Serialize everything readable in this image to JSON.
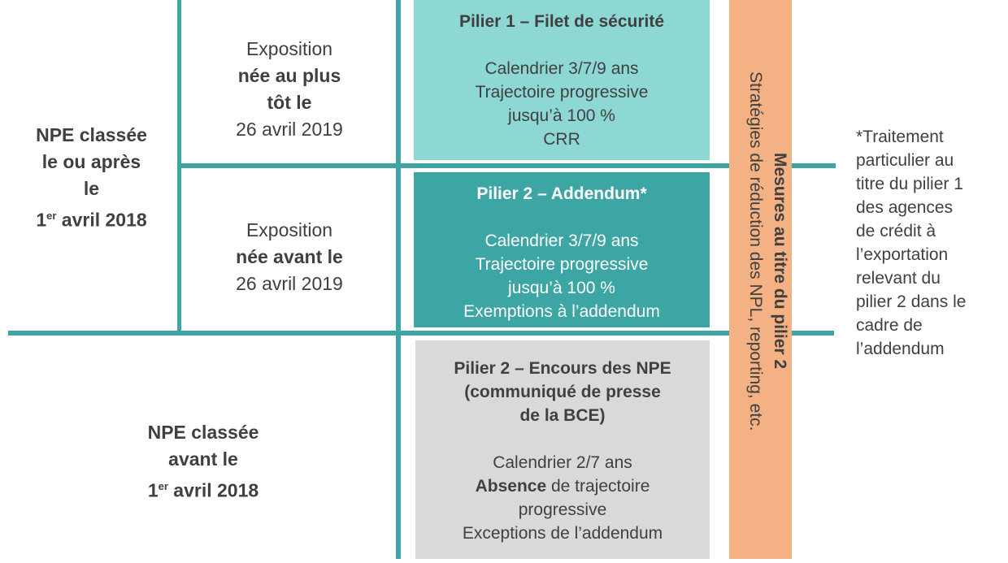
{
  "rows": {
    "after": {
      "l1": "NPE classée",
      "l2": "le ou après",
      "l3": "le",
      "l4_pre": "1",
      "l4_sup": "er",
      "l4_post": " avril 2018"
    },
    "before": {
      "l1": "NPE classée",
      "l2": "avant le",
      "l3_pre": "1",
      "l3_sup": "er",
      "l3_post": " avril 2018"
    }
  },
  "exposures": {
    "late": {
      "l1": "Exposition",
      "l2": "née au plus",
      "l3": "tôt le",
      "l4": "26 avril 2019"
    },
    "early": {
      "l1": "Exposition",
      "l2": "née avant le",
      "l3": "26 avril 2019"
    }
  },
  "boxes": {
    "p1": {
      "title": "Pilier 1 – Filet de sécurité",
      "lines": [
        "Calendrier 3/7/9 ans",
        "Trajectoire progressive",
        "jusqu’à 100 %",
        "CRR"
      ]
    },
    "p2": {
      "title": "Pilier 2 – Addendum*",
      "lines": [
        "Calendrier 3/7/9 ans",
        "Trajectoire progressive",
        "jusqu’à 100 %",
        "Exemptions à l’addendum"
      ]
    },
    "p3": {
      "title": [
        "Pilier 2 – Encours des NPE",
        "(communiqué de presse",
        "de la BCE)"
      ],
      "l1": "Calendrier 2/7 ans",
      "l2_bold": "Absence",
      "l2_rest": " de trajectoire",
      "l3": "progressive",
      "l4": "Exceptions de l’addendum"
    }
  },
  "side": {
    "title": "Mesures au titre du pilier 2",
    "subtitle": "Stratégies de réduction des NPL, reporting, etc."
  },
  "note": [
    "*Traitement",
    "particulier au",
    "titre du pilier 1",
    "des agences",
    "de crédit à",
    "l’exportation",
    "relevant du",
    "pilier 2 dans le",
    "cadre de",
    "l’addendum"
  ],
  "colors": {
    "line": "#3da6a4",
    "p1": "#8ed8d4",
    "p2": "#3da6a4",
    "p3": "#d9d9d9",
    "side": "#f4b183"
  }
}
